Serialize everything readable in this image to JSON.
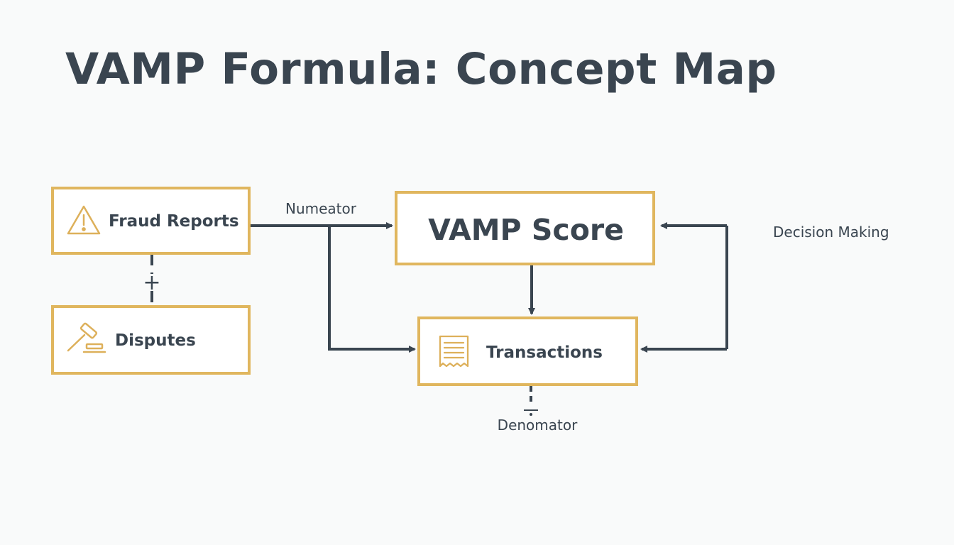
{
  "title": "VAMP Formula: Concept Map",
  "colors": {
    "node_border": "#e0b65e",
    "icon": "#ddb05a",
    "line": "#3a4550",
    "text": "#3a4550",
    "background": "#f9fafa"
  },
  "nodes": {
    "fraud_reports": {
      "label": "Fraud Reports",
      "icon": "warning-triangle-icon"
    },
    "disputes": {
      "label": "Disputes",
      "icon": "gavel-icon"
    },
    "vamp_score": {
      "label": "VAMP Score"
    },
    "transactions": {
      "label": "Transactions",
      "icon": "receipt-icon"
    }
  },
  "edge_labels": {
    "numerator": "Numeator",
    "denominator": "Denomator",
    "decision_making": "Decision Making"
  },
  "operators": {
    "plus": "+",
    "divide": "÷"
  }
}
